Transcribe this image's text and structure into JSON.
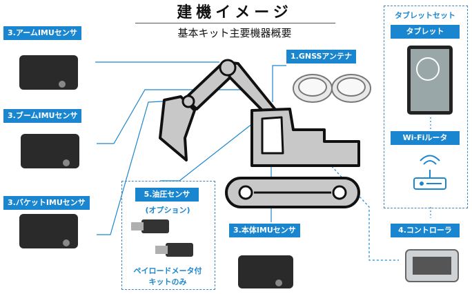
{
  "title": "建機イメージ",
  "subtitle": "基本キット主要機器概要",
  "labels": {
    "arm_imu": "3.アームIMUセンサ",
    "boom_imu": "3.ブームIMUセンサ",
    "bucket_imu": "3.バケットIMUセンサ",
    "gnss": "1.GNSSアンテナ",
    "body_imu": "3.本体IMUセンサ",
    "pressure": "5.油圧センサ",
    "pressure_option": "(オプション)",
    "pressure_note_1": "ペイロードメータ付",
    "pressure_note_2": "キットのみ",
    "tablet_set": "タブレットセット",
    "tablet": "タブレット",
    "wifi": "Wi-Fiルータ",
    "controller": "4.コントローラ"
  },
  "colors": {
    "accent": "#1a86cf",
    "excavator_fill": "#c8c8c8",
    "outline": "#111111"
  }
}
